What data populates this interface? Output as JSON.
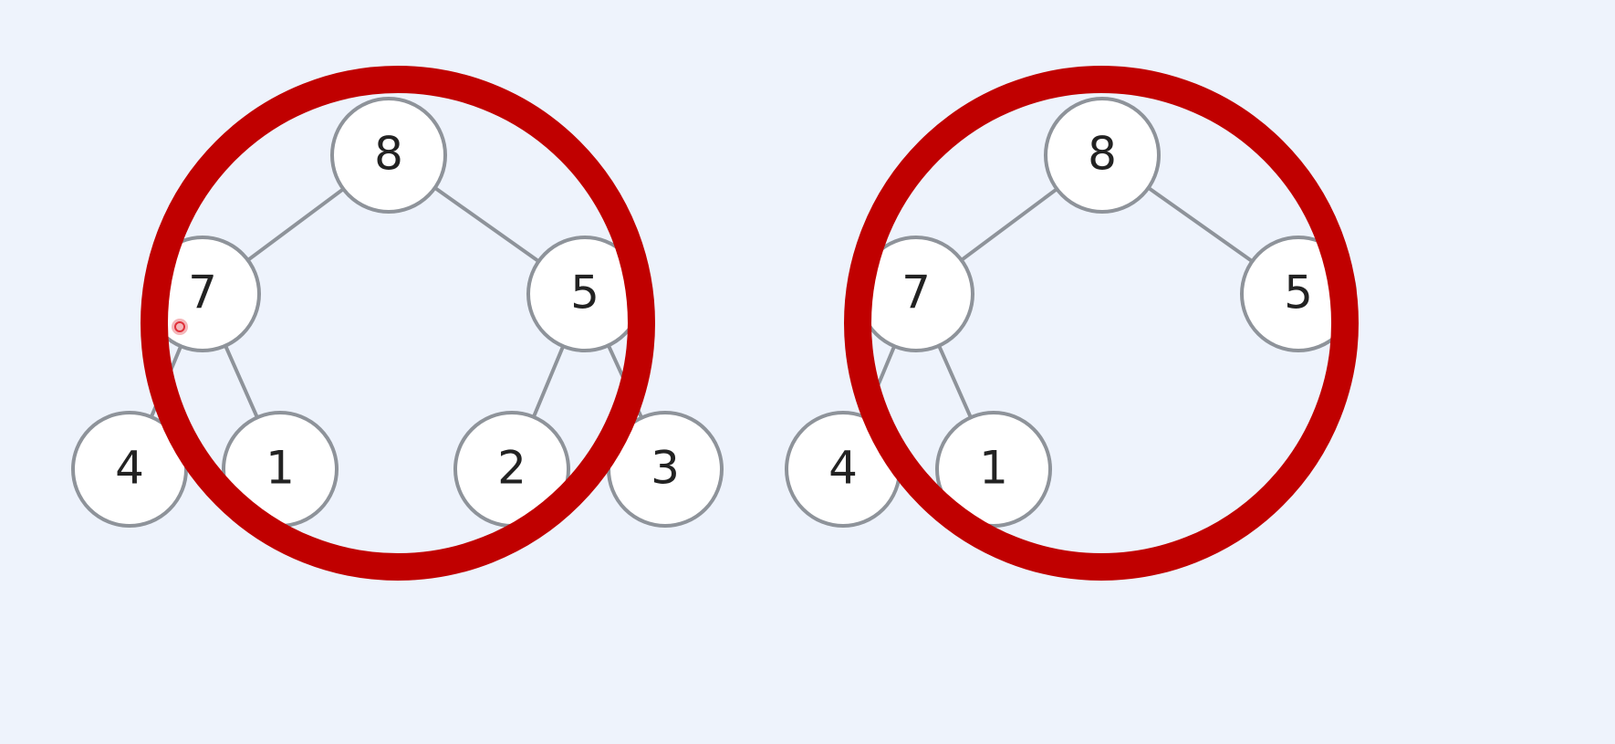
{
  "colors": {
    "background": "#eef3fc",
    "edge": "#8e939a",
    "node_fill": "#ffffff",
    "node_stroke": "#8e939a",
    "label": "#222222",
    "highlight": "#c00000",
    "cursor": "#e0303a"
  },
  "trees": [
    {
      "id": "left",
      "nodes": [
        {
          "id": "n8",
          "label": "8"
        },
        {
          "id": "n7",
          "label": "7"
        },
        {
          "id": "n5",
          "label": "5"
        },
        {
          "id": "n4",
          "label": "4"
        },
        {
          "id": "n1",
          "label": "1"
        },
        {
          "id": "n2",
          "label": "2"
        },
        {
          "id": "n3",
          "label": "3"
        }
      ],
      "edges": [
        [
          "n8",
          "n7"
        ],
        [
          "n8",
          "n5"
        ],
        [
          "n7",
          "n4"
        ],
        [
          "n7",
          "n1"
        ],
        [
          "n5",
          "n2"
        ],
        [
          "n5",
          "n3"
        ]
      ],
      "highlighted": true
    },
    {
      "id": "right",
      "nodes": [
        {
          "id": "n8",
          "label": "8"
        },
        {
          "id": "n7",
          "label": "7"
        },
        {
          "id": "n5",
          "label": "5"
        },
        {
          "id": "n4",
          "label": "4"
        },
        {
          "id": "n1",
          "label": "1"
        }
      ],
      "edges": [
        [
          "n8",
          "n7"
        ],
        [
          "n8",
          "n5"
        ],
        [
          "n7",
          "n4"
        ],
        [
          "n7",
          "n1"
        ]
      ],
      "highlighted": true
    }
  ],
  "icons": {
    "cursor": "pointer-cursor-icon"
  }
}
